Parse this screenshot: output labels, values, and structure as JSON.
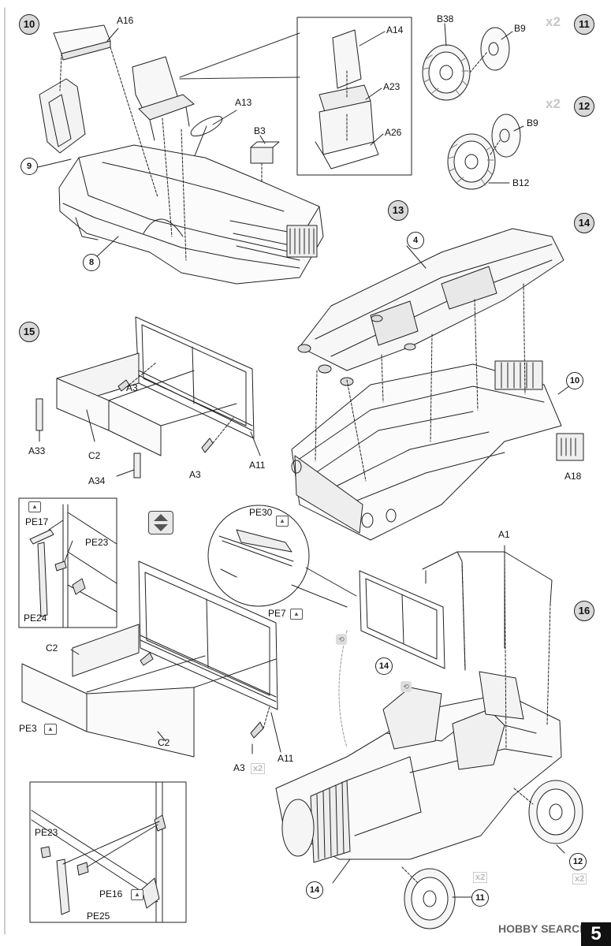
{
  "steps": {
    "s10": "10",
    "s11": "11",
    "s12": "12",
    "s13": "13",
    "s14": "14",
    "s15": "15",
    "s16": "16"
  },
  "labels": {
    "a16": "A16",
    "a14": "A14",
    "a23": "A23",
    "a26": "A26",
    "a13": "A13",
    "b3": "B3",
    "b38": "B38",
    "b9_top": "B9",
    "b9_mid": "B9",
    "b12": "B12",
    "a33": "A33",
    "c2_15": "C2",
    "a34": "A34",
    "a3_15a": "A3",
    "a3_15b": "A3",
    "a11_15": "A11",
    "a18": "A18",
    "pe17": "PE17",
    "pe23_top": "PE23",
    "pe24": "PE24",
    "pe30": "PE30",
    "pe7": "PE7",
    "c2_a": "C2",
    "c2_b": "C2",
    "pe3": "PE3",
    "a3_b": "A3",
    "a11_b": "A11",
    "a1": "A1",
    "pe23_bot": "PE23",
    "pe16": "PE16",
    "pe25": "PE25"
  },
  "bubbles": {
    "b9": "9",
    "b8": "8",
    "b4": "4",
    "b10": "10",
    "b14a": "14",
    "b14b": "14",
    "b11": "11",
    "b12": "12"
  },
  "multipliers": {
    "m11": "x2",
    "m12": "x2",
    "m_a3": "x2",
    "m_wheel11": "x2",
    "m_wheel12": "x2"
  },
  "page_number": "5",
  "watermark": "HOBBY SEARCH",
  "icons": [
    "photo-etch-icon",
    "swap-orientation-icon",
    "rotate-view-icon"
  ]
}
